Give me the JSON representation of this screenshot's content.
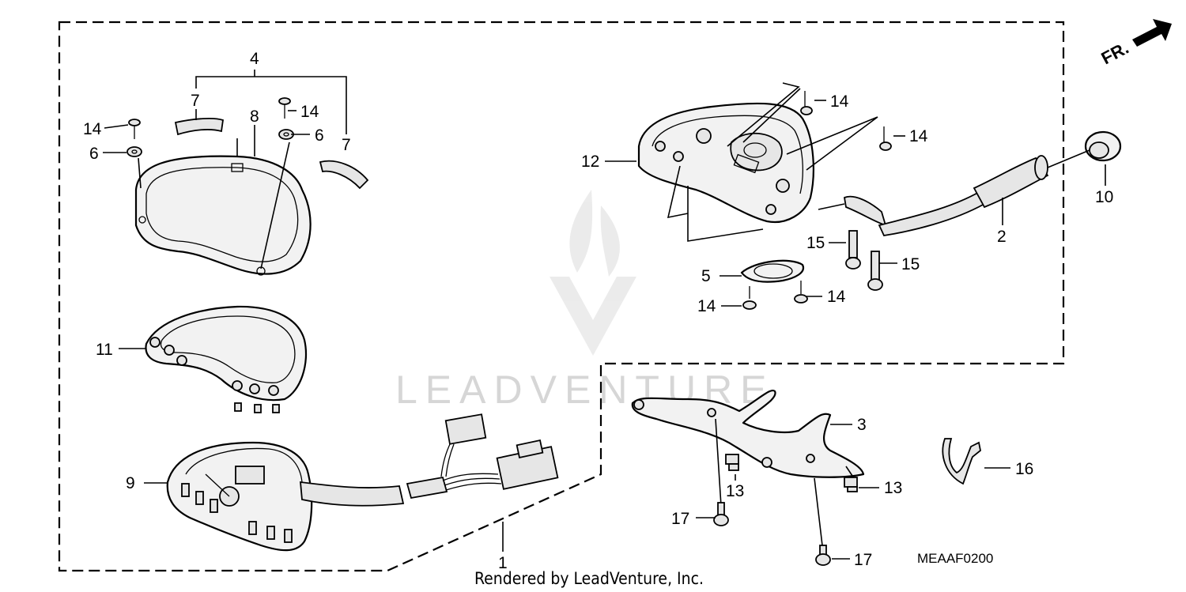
{
  "diagram": {
    "direction_marker": "FR.",
    "catalog_code": "MEAAF0200",
    "credit": "Rendered by LeadVenture, Inc.",
    "watermark": "LEADVENTURE",
    "callouts": {
      "n1": "1",
      "n2": "2",
      "n3": "3",
      "n4": "4",
      "n5": "5",
      "n6a": "6",
      "n6b": "6",
      "n7a": "7",
      "n7b": "7",
      "n8": "8",
      "n9": "9",
      "n10": "10",
      "n11": "11",
      "n12": "12",
      "n13a": "13",
      "n13b": "13",
      "n14a": "14",
      "n14b": "14",
      "n14c": "14",
      "n14d": "14",
      "n14e": "14",
      "n14f": "14",
      "n15a": "15",
      "n15b": "15",
      "n16": "16",
      "n17a": "17",
      "n17b": "17"
    },
    "colors": {
      "line": "#000000",
      "part_fill": "#f2f2f2",
      "watermark": "#d6d6d6",
      "background": "#ffffff"
    }
  }
}
